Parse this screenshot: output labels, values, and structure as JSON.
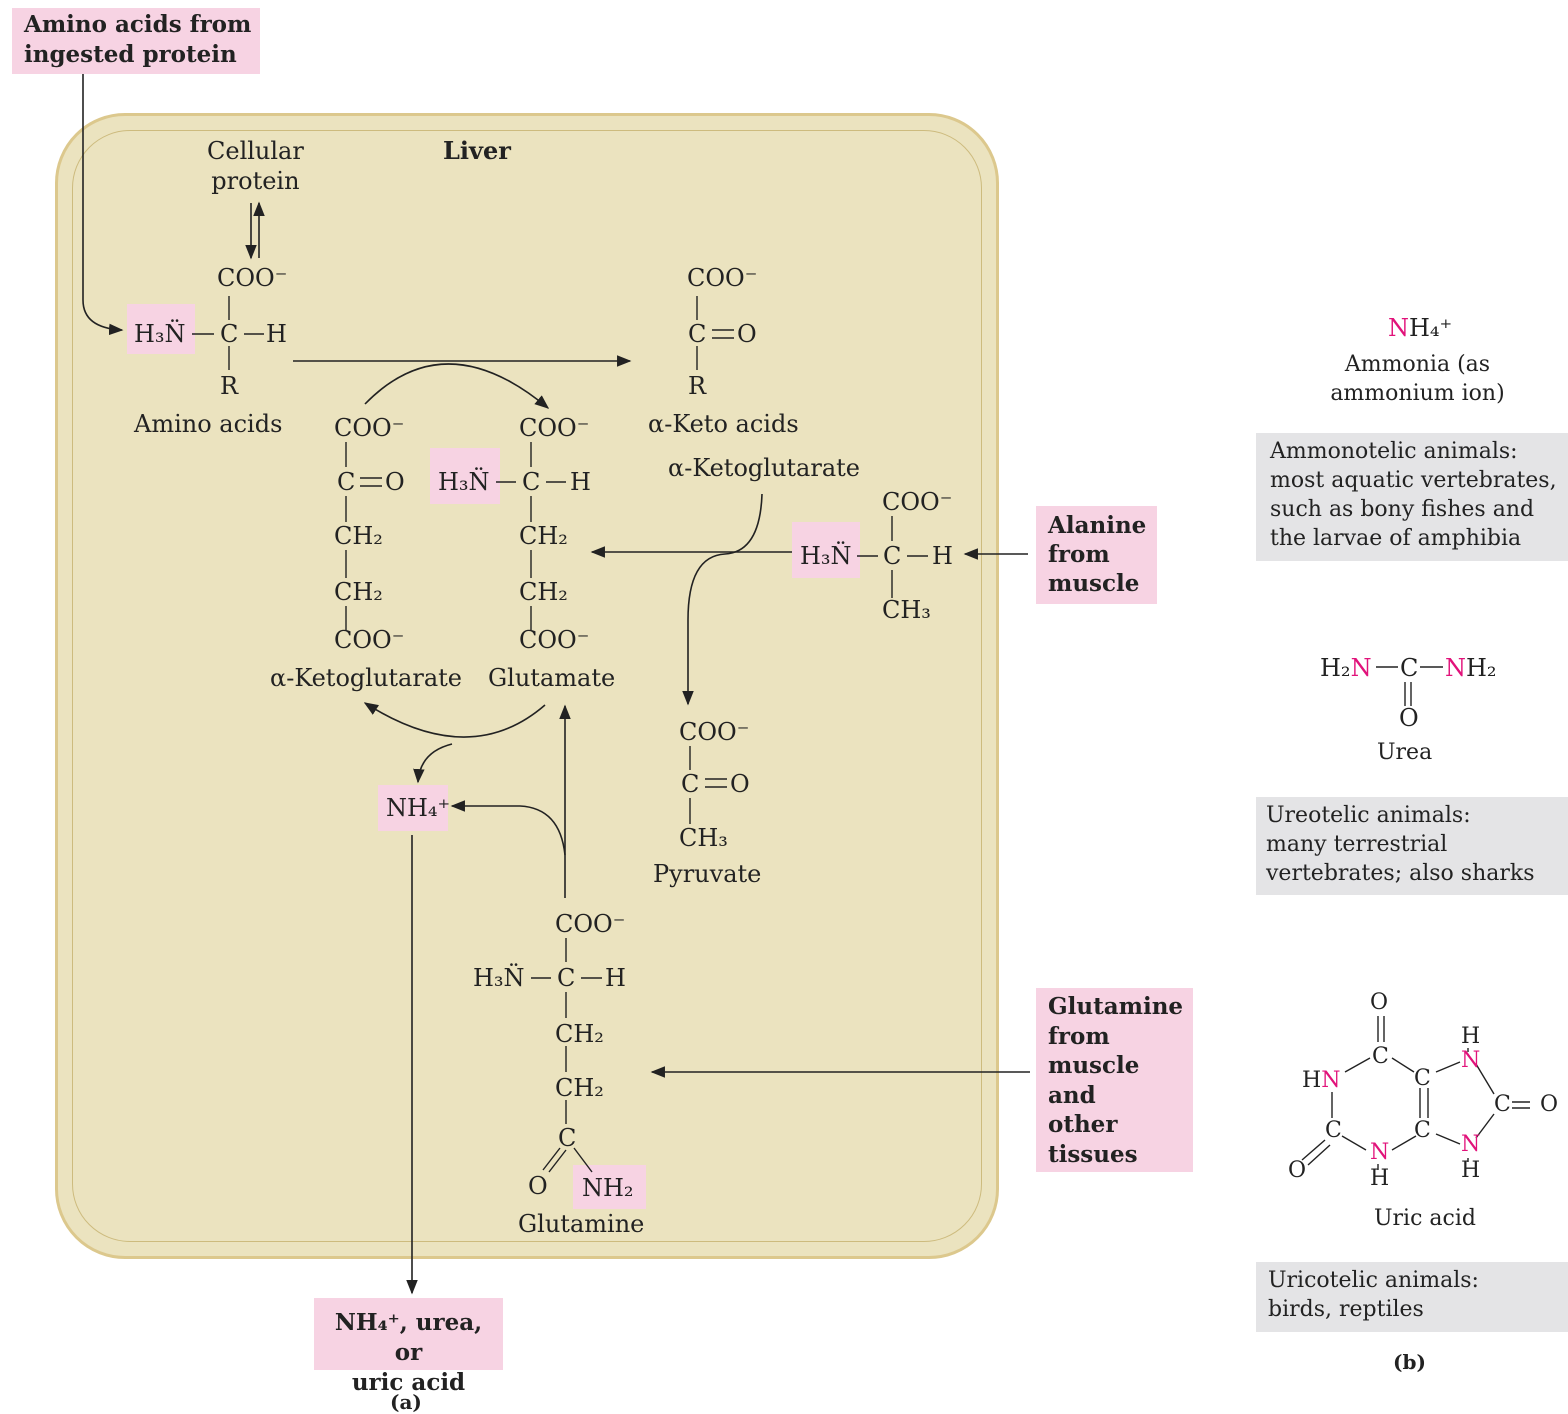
{
  "input_box": "Amino acids from\ningested protein",
  "liver_label": "Liver",
  "cellular_protein": "Cellular\nprotein",
  "amino_acid": {
    "top": "COO⁻",
    "left": "H₃N̈",
    "center": "C",
    "right": "H",
    "bottom": "R",
    "caption": "Amino acids"
  },
  "keto_acid": {
    "top": "COO⁻",
    "center": "C",
    "right": "O",
    "bottom": "R",
    "caption": "α-Keto acids"
  },
  "akg": {
    "r1": "COO⁻",
    "r2": "C",
    "r2o": "O",
    "r3": "CH₂",
    "r4": "CH₂",
    "r5": "COO⁻",
    "caption": "α-Ketoglutarate"
  },
  "glutamate": {
    "r1": "COO⁻",
    "left": "H₃N̈",
    "r2": "C",
    "right": "H",
    "r3": "CH₂",
    "r4": "CH₂",
    "r5": "COO⁻",
    "caption": "Glutamate"
  },
  "akg_label2": "α-Ketoglutarate",
  "alanine": {
    "top": "COO⁻",
    "left": "H₃N̈",
    "center": "C",
    "right": "H",
    "bottom": "CH₃"
  },
  "alanine_box": "Alanine\nfrom\nmuscle",
  "pyruvate": {
    "r1": "COO⁻",
    "r2": "C",
    "r2o": "O",
    "r3": "CH₃",
    "caption": "Pyruvate"
  },
  "nh4": "NH₄⁺",
  "glutamine": {
    "r1": "COO⁻",
    "left": "H₃N̈",
    "r2": "C",
    "right": "H",
    "r3": "CH₂",
    "r4": "CH₂",
    "r5": "C",
    "o": "O",
    "nh2": "NH₂",
    "caption": "Glutamine"
  },
  "glutamine_box": "Glutamine\nfrom\nmuscle\nand\nother\ntissues",
  "output_box": "NH₄⁺, urea, or\nuric acid",
  "panel_a": "(a)",
  "panel_b": "(b)",
  "ammonia": {
    "formula_n": "N",
    "formula_h": "H₄⁺",
    "caption": "Ammonia (as\nammonium ion)"
  },
  "ammonotelic": "Ammonotelic animals:\nmost aquatic vertebrates,\nsuch as bony fishes and\nthe larvae of amphibia",
  "urea": {
    "h2n_h": "H₂",
    "h2n_n": "N",
    "c": "C",
    "nh2_n": "N",
    "nh2_h": "H₂",
    "o": "O",
    "caption": "Urea"
  },
  "ureotelic": "Ureotelic animals:\nmany terrestrial\nvertebrates; also sharks",
  "uric_acid": {
    "top_o": "O",
    "h_top": "H",
    "hn_h": "H",
    "hn_n": "N",
    "c1": "C",
    "c2": "C",
    "n_right_top": "N",
    "c_right": "C",
    "o_right": "O",
    "c3": "C",
    "c4": "C",
    "n_bottom": "N",
    "h_bottom": "H",
    "n_right_bottom": "N",
    "h_right_bottom": "H",
    "o_bottom": "O",
    "caption": "Uric acid"
  },
  "uricotelic": "Uricotelic animals:\nbirds, reptiles",
  "colors": {
    "liver_fill": "#ebe3bf",
    "liver_border": "#dcc88d",
    "pink_box": "#f7d3e3",
    "gray_box": "#e4e4e6",
    "nitrogen_pink": "#e1127a"
  }
}
